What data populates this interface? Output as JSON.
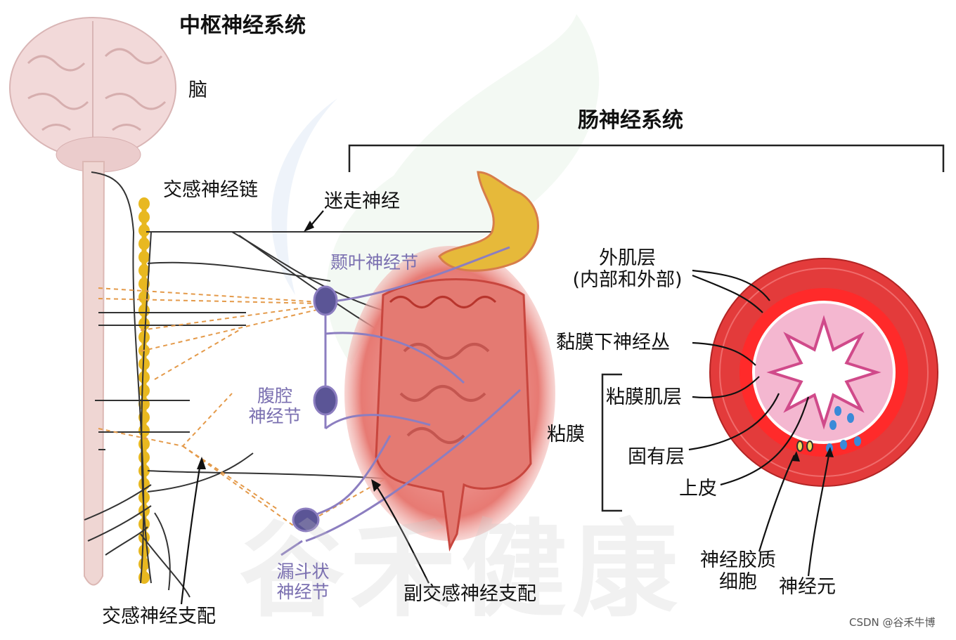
{
  "titles": {
    "cns": "中枢神经系统",
    "ens": "肠神经系统"
  },
  "labels": {
    "brain": "脑",
    "sympathetic_chain": "交感神经链",
    "vagus": "迷走神经",
    "sympathetic_innervation": "交感神经支配",
    "parasympathetic_innervation": "副交感神经支配",
    "outer_muscle_1": "外肌层",
    "outer_muscle_2": "(内部和外部)",
    "submucosal_plexus": "黏膜下神经丛",
    "muscularis_mucosae": "粘膜肌层",
    "mucosa": "粘膜",
    "lamina_propria": "固有层",
    "epithelium": "上皮",
    "glia_1": "神经胶质",
    "glia_2": "细胞",
    "neuron": "神经元"
  },
  "ganglia": {
    "temporal": "颞叶神经节",
    "celiac_1": "腹腔",
    "celiac_2": "神经节",
    "funnel_1": "漏斗状",
    "funnel_2": "神经节"
  },
  "watermark": {
    "text": "谷禾健康",
    "credit": "CSDN @谷禾牛博"
  },
  "colors": {
    "brain": "#f2d9d9",
    "spine": "#efd6d3",
    "chain": "#e8b820",
    "ganglion": "#5b5596",
    "purple_nerve": "#8c7ec0",
    "orange_dash": "#e49a4a",
    "gut": "#d9564a",
    "stomach": "#e6b93a",
    "ring_outer": "#e33b3b",
    "ring_inner": "#f4b7d0"
  }
}
